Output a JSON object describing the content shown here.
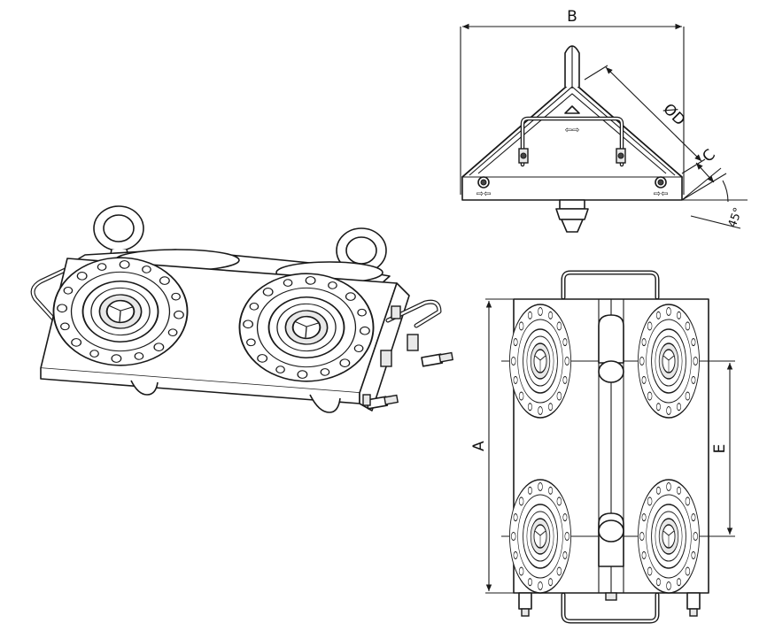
{
  "drawing": {
    "labels": {
      "width": "B",
      "diameter": "ØD",
      "thickness": "C",
      "angle": "45°",
      "height": "A",
      "spacing": "E"
    },
    "views": [
      "isometric-view",
      "end-view",
      "top-view"
    ]
  }
}
